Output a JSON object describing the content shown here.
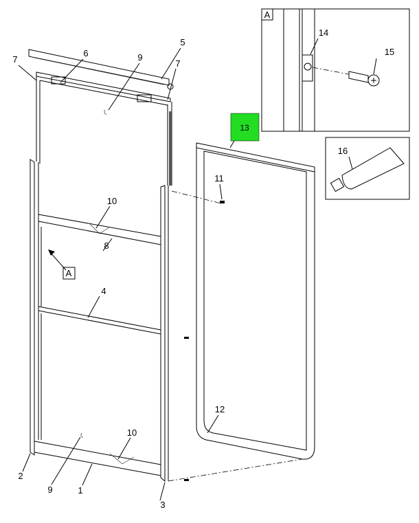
{
  "diagram": {
    "highlight_color": "#22dd22",
    "callouts": {
      "c1": "1",
      "c2": "2",
      "c3": "3",
      "c4": "4",
      "c5": "5",
      "c6": "6",
      "c7a": "7",
      "c7b": "7",
      "c8": "8",
      "c9a": "9",
      "c9b": "9",
      "c10a": "10",
      "c10b": "10",
      "c11": "11",
      "c12": "12",
      "c13": "13",
      "c14": "14",
      "c15": "15",
      "c16": "16"
    },
    "detail_ref": "A",
    "detail_title": "A"
  }
}
